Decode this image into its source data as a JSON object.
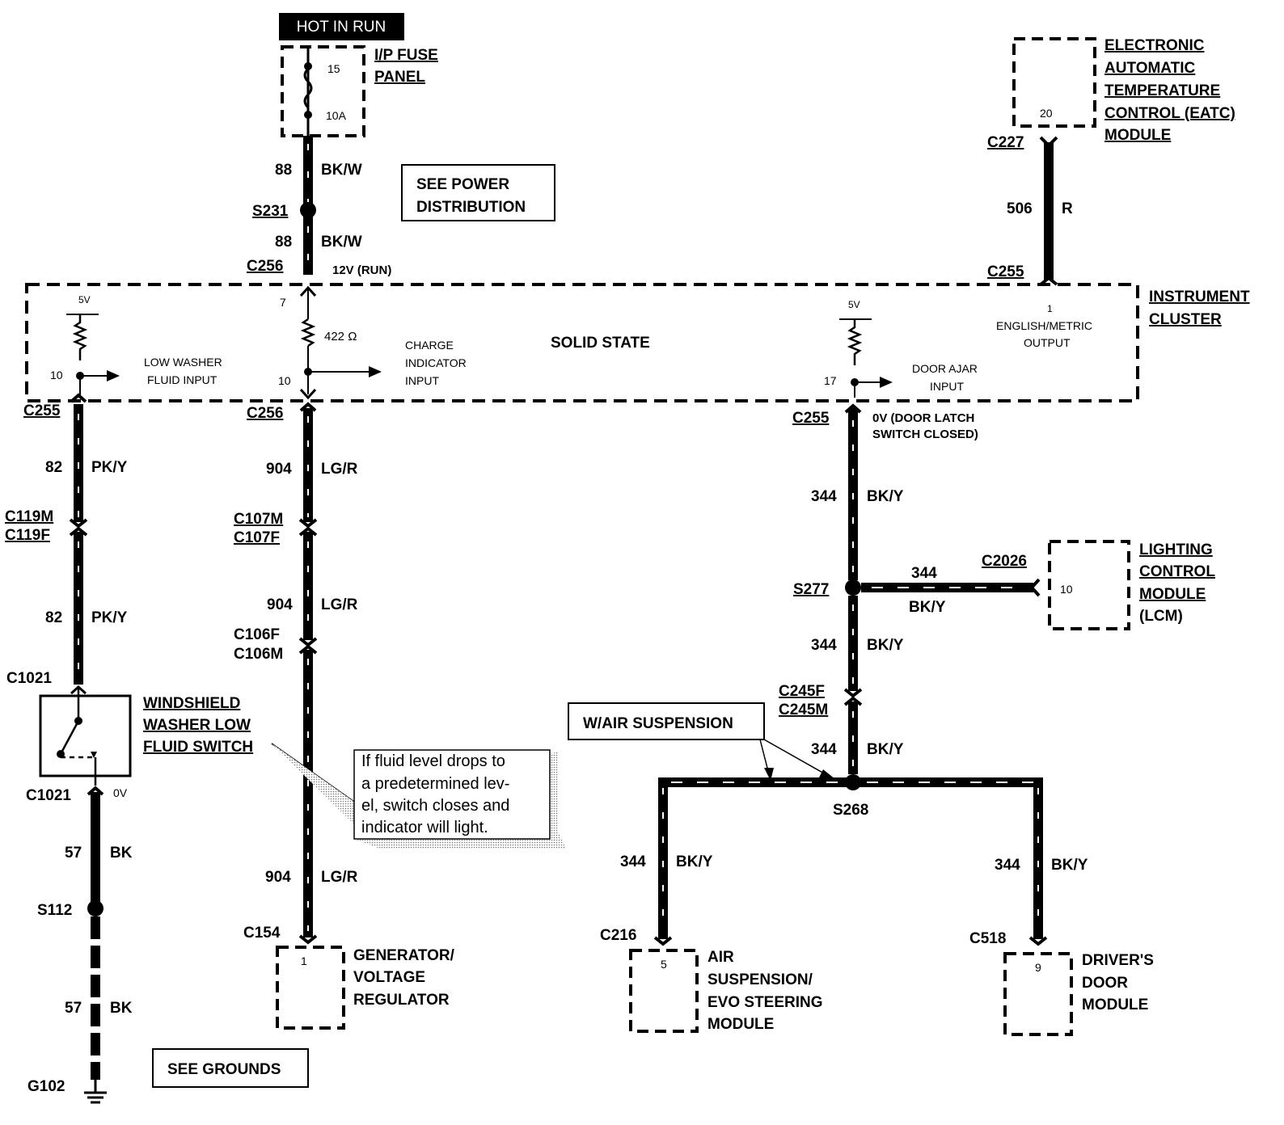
{
  "header": {
    "hot_in_run": "HOT IN RUN"
  },
  "fuse_panel": {
    "title_line1": "I/P FUSE",
    "title_line2": "PANEL",
    "fuse_number": "15",
    "fuse_rating": "10A"
  },
  "eatc_module": {
    "line1": "ELECTRONIC",
    "line2": "AUTOMATIC",
    "line3": "TEMPERATURE",
    "line4": "CONTROL (EATC)",
    "line5": "MODULE",
    "pin": "20",
    "connector": "C227"
  },
  "power_ref": {
    "line1": "SEE POWER",
    "line2": "DISTRIBUTION"
  },
  "grounds_ref": {
    "label": "SEE GROUNDS"
  },
  "air_ref": {
    "label": "W/AIR SUSPENSION"
  },
  "instrument_cluster": {
    "title_line1": "INSTRUMENT",
    "title_line2": "CLUSTER",
    "solid_state": "SOLID STATE",
    "low_washer_line1": "LOW WASHER",
    "low_washer_line2": "FLUID INPUT",
    "charge_line1": "CHARGE",
    "charge_line2": "INDICATOR",
    "charge_line3": "INPUT",
    "door_line1": "DOOR AJAR",
    "door_line2": "INPUT",
    "english_pin": "1",
    "english_line1": "ENGLISH/METRIC",
    "english_line2": "OUTPUT",
    "pin_low_washer": "10",
    "pin_charge_top": "7",
    "pin_charge_bottom": "10",
    "pin_door": "17",
    "volt_5v_left": "5V",
    "volt_5v_right": "5V",
    "resistor": "422 Ω",
    "volt_12v_run": "12V (RUN)",
    "door_state_line1": "0V (DOOR LATCH",
    "door_state_line2": "SWITCH CLOSED)"
  },
  "wires": {
    "c88_a_num": "88",
    "c88_a_color": "BK/W",
    "c88_b_num": "88",
    "c88_b_color": "BK/W",
    "c506_num": "506",
    "c506_color": "R",
    "c82_a_num": "82",
    "c82_a_color": "PK/Y",
    "c82_b_num": "82",
    "c82_b_color": "PK/Y",
    "c57_a_num": "57",
    "c57_a_color": "BK",
    "c57_b_num": "57",
    "c57_b_color": "BK",
    "c904_a_num": "904",
    "c904_a_color": "LG/R",
    "c904_b_num": "904",
    "c904_b_color": "LG/R",
    "c904_c_num": "904",
    "c904_c_color": "LG/R",
    "c344_a_num": "344",
    "c344_a_color": "BK/Y",
    "c344_lcm_num": "344",
    "c344_lcm_color": "BK/Y",
    "c344_b_num": "344",
    "c344_b_color": "BK/Y",
    "c344_c_num": "344",
    "c344_c_color": "BK/Y",
    "c344_left_num": "344",
    "c344_left_color": "BK/Y",
    "c344_right_num": "344",
    "c344_right_color": "BK/Y"
  },
  "connectors": {
    "s231": "S231",
    "c256_top": "C256",
    "c255_top": "C255",
    "c255_left": "C255",
    "c256_bottom": "C256",
    "c255_right": "C255",
    "c119m": "C119M",
    "c119f": "C119F",
    "c107m": "C107M",
    "c107f": "C107F",
    "c106f": "C106F",
    "c106m": "C106M",
    "c1021_top": "C1021",
    "c1021_bottom": "C1021",
    "c1021_0v": "0V",
    "s112": "S112",
    "g102": "G102",
    "c154": "C154",
    "s277": "S277",
    "c2026": "C2026",
    "c245f": "C245F",
    "c245m": "C245M",
    "s268": "S268",
    "c216": "C216",
    "c518": "C518"
  },
  "washer_switch": {
    "line1": "WINDSHIELD",
    "line2": "WASHER LOW",
    "line3": "FLUID SWITCH"
  },
  "note": {
    "line1": "If fluid level drops to",
    "line2": "a predetermined lev-",
    "line3": "el, switch closes and",
    "line4": "indicator will light."
  },
  "generator": {
    "pin": "1",
    "line1": "GENERATOR/",
    "line2": "VOLTAGE",
    "line3": "REGULATOR"
  },
  "lcm": {
    "pin": "10",
    "line1": "LIGHTING",
    "line2": "CONTROL",
    "line3": "MODULE",
    "line4": "(LCM)"
  },
  "air_module": {
    "pin": "5",
    "line1": "AIR",
    "line2": "SUSPENSION/",
    "line3": "EVO STEERING",
    "line4": "MODULE"
  },
  "door_module": {
    "pin": "9",
    "line1": "DRIVER'S",
    "line2": "DOOR",
    "line3": "MODULE"
  }
}
